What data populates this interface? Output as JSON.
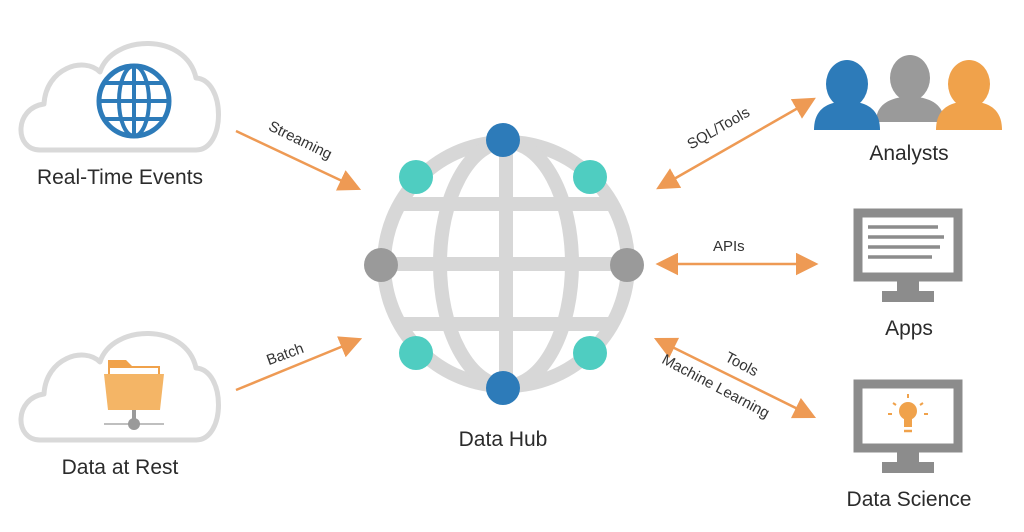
{
  "colors": {
    "blue": "#2d7bb9",
    "gray": "#9a9a9a",
    "orange": "#f0a24b",
    "teal": "#4fcdc1",
    "arrow": "#ee9a54",
    "globe": "#d7d7d7",
    "device": "#8c8c8c"
  },
  "sources": {
    "realtime": {
      "label": "Real-Time Events",
      "icon": "globe-icon"
    },
    "rest": {
      "label": "Data at Rest",
      "icon": "folder-icon"
    }
  },
  "hub": {
    "label": "Data Hub",
    "icon": "globe-network-icon"
  },
  "consumers": {
    "analysts": {
      "label": "Analysts",
      "icon": "users-icon"
    },
    "apps": {
      "label": "Apps",
      "icon": "monitor-text-icon"
    },
    "datascience": {
      "label": "Data Science",
      "icon": "monitor-lightbulb-icon"
    }
  },
  "edges": {
    "streaming": "Streaming",
    "batch": "Batch",
    "sql_tools": "SQL/Tools",
    "apis": "APIs",
    "tools": "Tools",
    "machine_learning": "Machine Learning"
  }
}
